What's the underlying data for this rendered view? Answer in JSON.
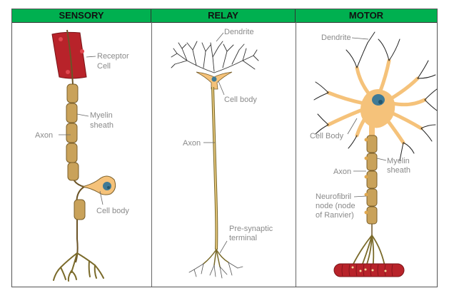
{
  "columns": [
    {
      "header": "SENSORY",
      "labels": {
        "receptor_cell_1": "Receptor",
        "receptor_cell_2": "Cell",
        "myelin_1": "Myelin",
        "myelin_2": "sheath",
        "axon": "Axon",
        "cell_body": "Cell body"
      }
    },
    {
      "header": "RELAY",
      "labels": {
        "dendrite": "Dendrite",
        "cell_body": "Cell body",
        "axon": "Axon",
        "terminal_1": "Pre-synaptic",
        "terminal_2": "terminal"
      }
    },
    {
      "header": "MOTOR",
      "labels": {
        "dendrite": "Dendrite",
        "cell_body": "Cell Body",
        "myelin_1": "Myelin",
        "myelin_2": "sheath",
        "axon": "Axon",
        "node_1": "Neurofibril",
        "node_2": "node (node",
        "node_3": "of Ranvier)"
      }
    }
  ],
  "colors": {
    "header_bg": "#00b050",
    "neuron_fill": "#f5c27a",
    "myelin_fill": "#c9a25a",
    "muscle_red": "#b8232a",
    "nucleus": "#3f7a96",
    "label_gray": "#8a8a8a"
  }
}
